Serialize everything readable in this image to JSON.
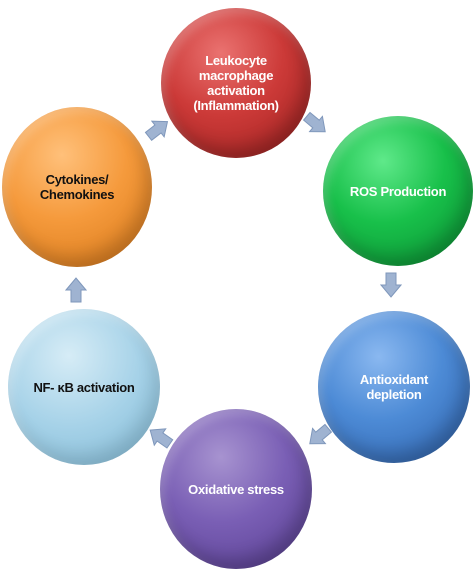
{
  "diagram": {
    "nodes": [
      {
        "id": "n1",
        "label": "Leukocyte\nmacrophage\nactivation\n(Inflammation)",
        "color": "#cc3a38"
      },
      {
        "id": "n2",
        "label": "ROS Production",
        "color": "#18c04a"
      },
      {
        "id": "n3",
        "label": "Antioxidant\ndepletion",
        "color": "#4d8bd6"
      },
      {
        "id": "n4",
        "label": "Oxidative stress",
        "color": "#7a5fb5"
      },
      {
        "id": "n5",
        "label": "NF- κB activation",
        "color": "#a6d2e8"
      },
      {
        "id": "n6",
        "label": "Cytokines/\nChemokines",
        "color": "#f59a3c"
      }
    ],
    "edges": [
      {
        "from": "n1",
        "to": "n2"
      },
      {
        "from": "n2",
        "to": "n3"
      },
      {
        "from": "n3",
        "to": "n4"
      },
      {
        "from": "n4",
        "to": "n5"
      },
      {
        "from": "n5",
        "to": "n6"
      },
      {
        "from": "n6",
        "to": "n1"
      }
    ],
    "arrow_color": "#9fb3d1"
  }
}
